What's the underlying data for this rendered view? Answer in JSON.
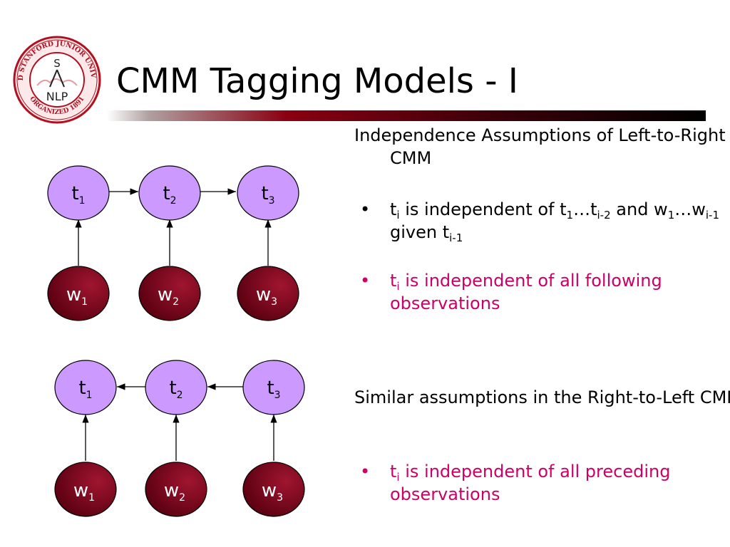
{
  "slide": {
    "title": "CMM Tagging Models - I",
    "logo": {
      "ring_text_top": "LELAND STANFORD JUNIOR UNIVERSITY",
      "ring_text_bottom": "ORGANIZED 1891",
      "center_top": "S",
      "center_bottom": "NLP"
    }
  },
  "colors": {
    "tag_node_fill": "#cc99ff",
    "word_node_dark": "#5a0010",
    "word_node_light": "#a01530",
    "rule_dark": "#000000",
    "rule_red": "#8a0012",
    "highlight_text": "#cc0066",
    "logo_red": "#b01020"
  },
  "diagram_top": {
    "tags": [
      {
        "letter": "t",
        "sub": "1"
      },
      {
        "letter": "t",
        "sub": "2"
      },
      {
        "letter": "t",
        "sub": "3"
      }
    ],
    "words": [
      {
        "letter": "w",
        "sub": "1"
      },
      {
        "letter": "w",
        "sub": "2"
      },
      {
        "letter": "w",
        "sub": "3"
      }
    ],
    "direction": "left-to-right"
  },
  "diagram_bottom": {
    "tags": [
      {
        "letter": "t",
        "sub": "1"
      },
      {
        "letter": "t",
        "sub": "2"
      },
      {
        "letter": "t",
        "sub": "3"
      }
    ],
    "words": [
      {
        "letter": "w",
        "sub": "1"
      },
      {
        "letter": "w",
        "sub": "2"
      },
      {
        "letter": "w",
        "sub": "3"
      }
    ],
    "direction": "right-to-left"
  },
  "text": {
    "section1": {
      "heading": "Independence Assumptions of Left-to-Right CMM",
      "bullet_mark": "•",
      "bullet1": {
        "t": "t",
        "t_sub": "i",
        "part1": " is independent of t",
        "sub1": "1",
        "part2": "…t",
        "sub2": "i-2",
        "part3": " and w",
        "sub3": "1",
        "part4": "…w",
        "sub4": "i-1",
        "part5": " given t",
        "sub5": "i-1"
      },
      "bullet2": {
        "t": "t",
        "t_sub": "i",
        "text": " is independent of all following observations"
      }
    },
    "section2": {
      "heading": "Similar assumptions in the Right-to-Left CMM",
      "bullet_mark": "•",
      "bullet1": {
        "t": "t",
        "t_sub": "i",
        "text": " is independent of all preceding observations"
      }
    }
  }
}
